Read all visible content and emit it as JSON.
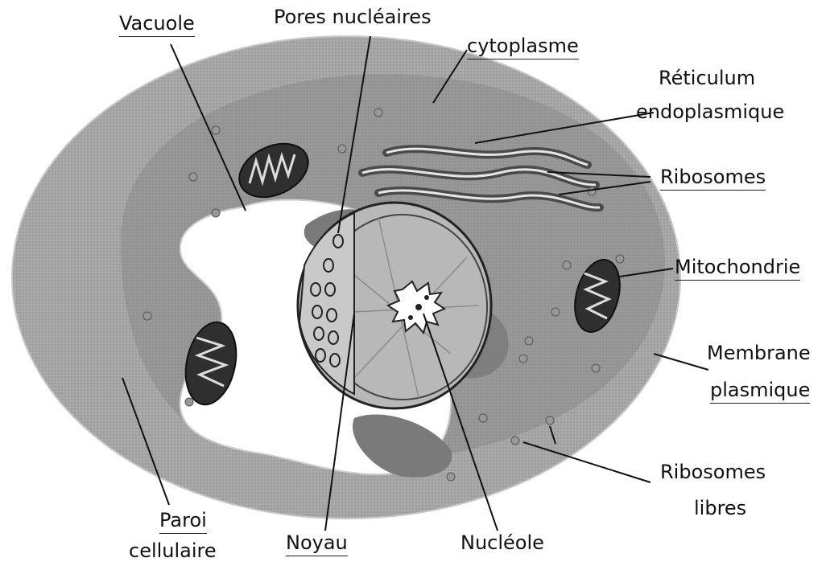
{
  "diagram": {
    "labels": {
      "vacuole": "Vacuole",
      "pores": "Pores nucléaires",
      "cytoplasme": "cytoplasme",
      "reticulum_1": "Réticulum",
      "reticulum_2": "endoplasmique",
      "ribosomes": "Ribosomes",
      "mitochondrie": "Mitochondrie",
      "membrane_1": "Membrane",
      "membrane_2": "plasmique",
      "ribosomes_libres_1": "Ribosomes",
      "ribosomes_libres_2": "libres",
      "paroi_1": "Paroi",
      "paroi_2": "cellulaire",
      "noyau": "Noyau",
      "nucleole": "Nucléole"
    },
    "colors": {
      "cell_body": "#8c8c8c",
      "cell_outer": "#b3b3b3",
      "vacuole": "#ffffff",
      "nucleus": "#bdbdbd",
      "mitochondria": "#2e2e2e",
      "reticulum": "#555555"
    }
  }
}
